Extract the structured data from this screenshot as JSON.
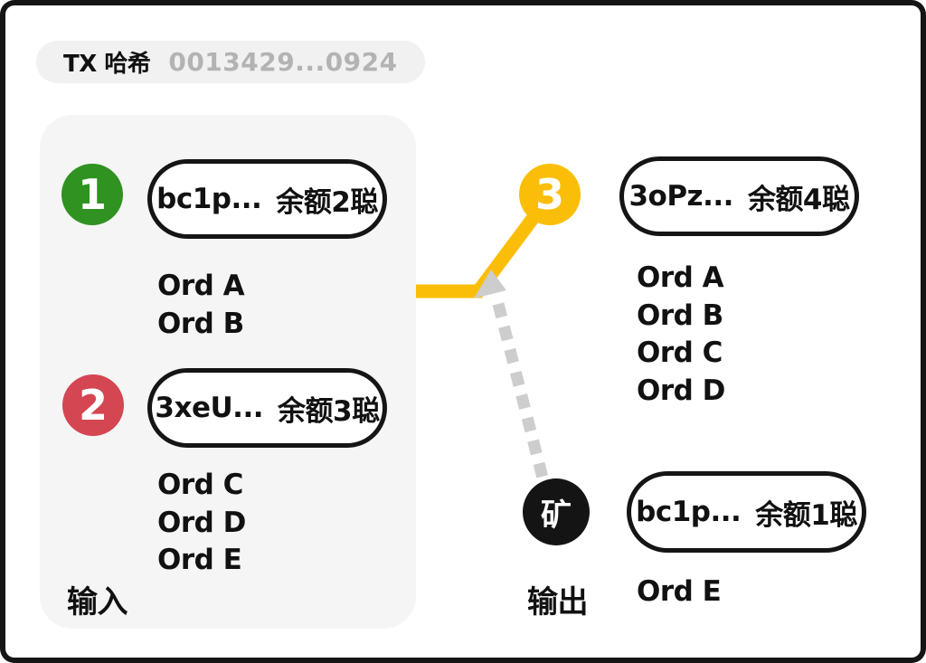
{
  "tx_header": {
    "label": "TX 哈希",
    "hash_value": "0013429...0924"
  },
  "colors": {
    "input_1_badge": "#2f9221",
    "input_2_badge": "#d34652",
    "output_badge": "#fbbe08",
    "miner_badge": "#141414",
    "solid_connector": "#fbbe08",
    "dashed_connector": "#cdcdcd",
    "panel_bg": "#f5f5f5"
  },
  "inputs": {
    "section_label": "输入",
    "items": [
      {
        "badge": "1",
        "address": "bc1p...",
        "balance": "余额2聪",
        "ords": [
          "Ord A",
          "Ord B"
        ]
      },
      {
        "badge": "2",
        "address": "3xeU...",
        "balance": "余额3聪",
        "ords": [
          "Ord C",
          "Ord D",
          "Ord E"
        ]
      }
    ]
  },
  "outputs": {
    "section_label": "输出",
    "items": [
      {
        "badge": "3",
        "address": "3oPz...",
        "balance": "余额4聪",
        "ords": [
          "Ord A",
          "Ord B",
          "Ord C",
          "Ord D"
        ]
      },
      {
        "badge": "矿",
        "address": "bc1p...",
        "balance": "余额1聪",
        "ords": [
          "Ord E"
        ]
      }
    ]
  }
}
